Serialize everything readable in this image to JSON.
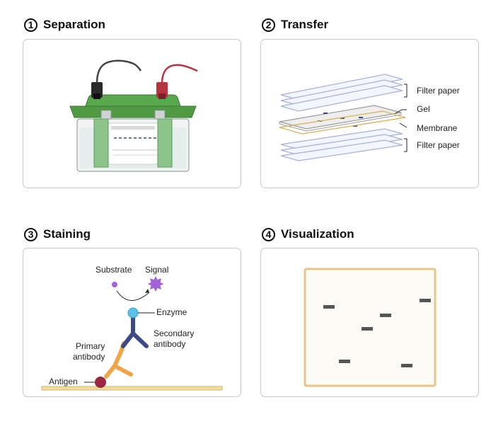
{
  "steps": [
    {
      "number": "1",
      "title": "Separation"
    },
    {
      "number": "2",
      "title": "Transfer"
    },
    {
      "number": "3",
      "title": "Staining"
    },
    {
      "number": "4",
      "title": "Visualization"
    }
  ],
  "transfer": {
    "filter_paper_top": "Filter paper",
    "gel": "Gel",
    "membrane": "Membrane",
    "filter_paper_bottom": "Filter paper"
  },
  "staining": {
    "substrate": "Substrate",
    "signal": "Signal",
    "enzyme": "Enzyme",
    "secondary_antibody": [
      "Secondary",
      "antibody"
    ],
    "primary_antibody": [
      "Primary",
      "antibody"
    ],
    "antigen": "Antigen"
  },
  "colors": {
    "green": "#4f9a43",
    "red_lead": "#b5343f",
    "filter_paper": "#a7b0d8",
    "membrane": "#d9b766",
    "antibody_orange": "#f0a548",
    "antibody_navy": "#3b4a86",
    "enzyme": "#5bc2ea",
    "antigen": "#9b2743",
    "substrate": "#a064d6",
    "viz_frame": "#e6c48a"
  }
}
